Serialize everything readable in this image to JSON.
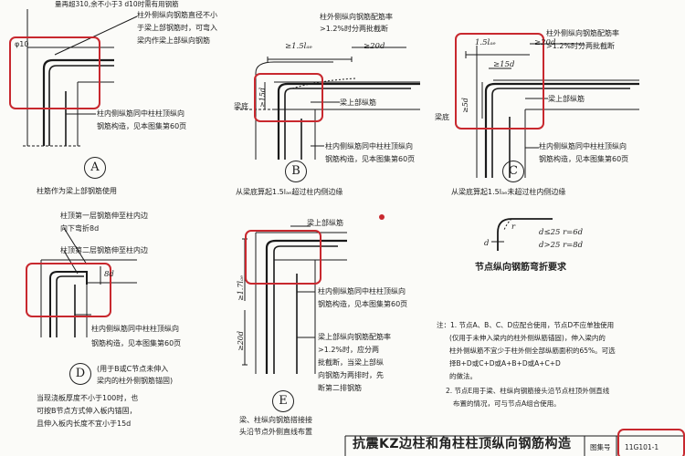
{
  "top_note": "量再超310,余不小于3 d10时需有用钢筋",
  "detail_a": {
    "letter": "A",
    "phi": "φ10",
    "note1": "柱外侧纵向钢筋直径不小",
    "note2": "于梁上部钢筋时，可弯入",
    "note3": "梁内作梁上部纵向钢筋",
    "note4": "柱内侧纵筋同中柱柱顶纵向",
    "note5": "钢筋构造，见本图集第60页",
    "caption": "柱筋作为梁上部钢筋使用"
  },
  "detail_b": {
    "letter": "B",
    "note1": "柱外侧纵向钢筋配筋率",
    "note2": ">1.2%时分两批截断",
    "dim1": "≥1.5lₐₑ",
    "dim2": "≥20d",
    "dim3": "≥15d",
    "beam_depth": "梁底",
    "beam_rebar": "梁上部纵筋",
    "note3": "柱内侧纵筋同中柱柱顶纵向",
    "note4": "钢筋构造，见本图集第60页",
    "caption": "从梁底算起1.5lₐₑ超过柱内侧边缘"
  },
  "detail_c": {
    "letter": "C",
    "dim1": "1.5lₐₑ",
    "dim2": "≥20d",
    "dim3": "≥15d",
    "dim4": "≥5d",
    "note1": "柱外侧纵向钢筋配筋率",
    "note2": ">1.2%时分两批截断",
    "beam_depth": "梁底",
    "beam_rebar": "梁上部纵筋",
    "note3": "柱内侧纵筋同中柱柱顶纵向",
    "note4": "钢筋构造，见本图集第60页",
    "caption": "从梁底算起1.5lₐₑ未超过柱内侧边缘"
  },
  "detail_d": {
    "letter": "D",
    "note1": "柱顶第一层钢筋伸至柱内边",
    "note2": "向下弯折8d",
    "note3": "柱顶第二层钢筋伸至柱内边",
    "dim": "8d",
    "note4": "柱内侧纵筋同中柱柱顶纵向",
    "note5": "钢筋构造，见本图集第60页",
    "note6": "(用于B或C节点未伸入",
    "note7": "梁内的柱外侧钢筋锚固)",
    "note8": "当现浇板厚度不小于100时，也",
    "note9": "可按B节点方式伸入板内锚固，",
    "note10": "且伸入板内长度不宜小于15d"
  },
  "detail_e": {
    "letter": "E",
    "beam_rebar": "梁上部纵筋",
    "dim1": "≥1.7lₐₑ",
    "dim2": "≥20d",
    "note1": "柱内侧纵筋同中柱柱顶纵向",
    "note2": "钢筋构造，见本图集第60页",
    "note3": "梁上部纵向钢筋配筋率",
    "note4": ">1.2%时，应分两",
    "note5": "批截断，当梁上部纵",
    "note6": "向钢筋为两排时，先",
    "note7": "断第二排钢筋",
    "note8": "梁、柱纵向钢筋搭接接",
    "note9": "头沿节点外侧直线布置"
  },
  "bend_req": {
    "line1": "d≤25  r=6d",
    "line2": "d>25  r=8d",
    "d_label": "d",
    "r_label": "r",
    "title": "节点纵向钢筋弯折要求"
  },
  "notes": {
    "n1": "注：1. 节点A、B、C、D应配合使用，节点D不应单独使用",
    "n2": "(仅用于未伸入梁内的柱外侧纵筋锚固)，伸入梁内的",
    "n3": "柱外侧纵筋不宜少于柱外侧全部纵筋面积的65%。可选",
    "n4": "择B+D或C+D或A+B+D或A+C+D",
    "n5": "的做法。",
    "n6": "2. 节点E用于梁、柱纵向钢筋接头沿节点柱顶外侧直线",
    "n7": "布置的情况，可与节点A组合使用。"
  },
  "title_block": {
    "title": "抗震KZ边柱和角柱柱顶纵向钢筋构造",
    "atlas_label": "图集号",
    "atlas_no": "11G101-1"
  },
  "colors": {
    "highlight": "#c8282e",
    "ink": "#1a1a1a",
    "paper": "#fbfbf8"
  }
}
